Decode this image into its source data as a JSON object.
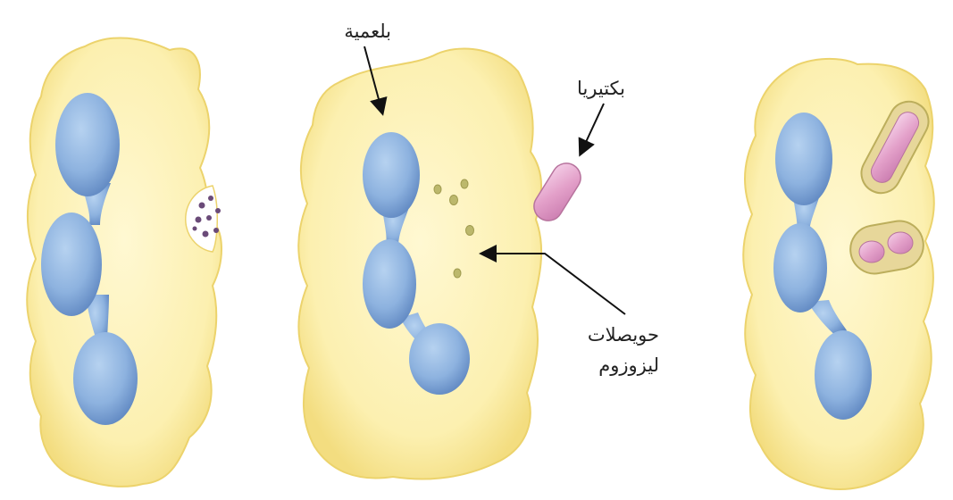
{
  "labels": {
    "phagocyte": "بلعمية",
    "bacteria": "بكتيريا",
    "lysosome_line1": "حويصلات",
    "lysosome_line2": "ليزوزوم"
  },
  "colors": {
    "cytoplasm": "#fcf2b8",
    "cell_outline": "#ecd36c",
    "nucleus": "#8fb6e2",
    "nucleus_dark": "#5f89c4",
    "bacteria": "#e6a8cf",
    "vesicle_ring": "#cfc57e",
    "lysosome_dot": "#b9b66a",
    "particle": "#6a4a78",
    "arrow": "#111111"
  }
}
